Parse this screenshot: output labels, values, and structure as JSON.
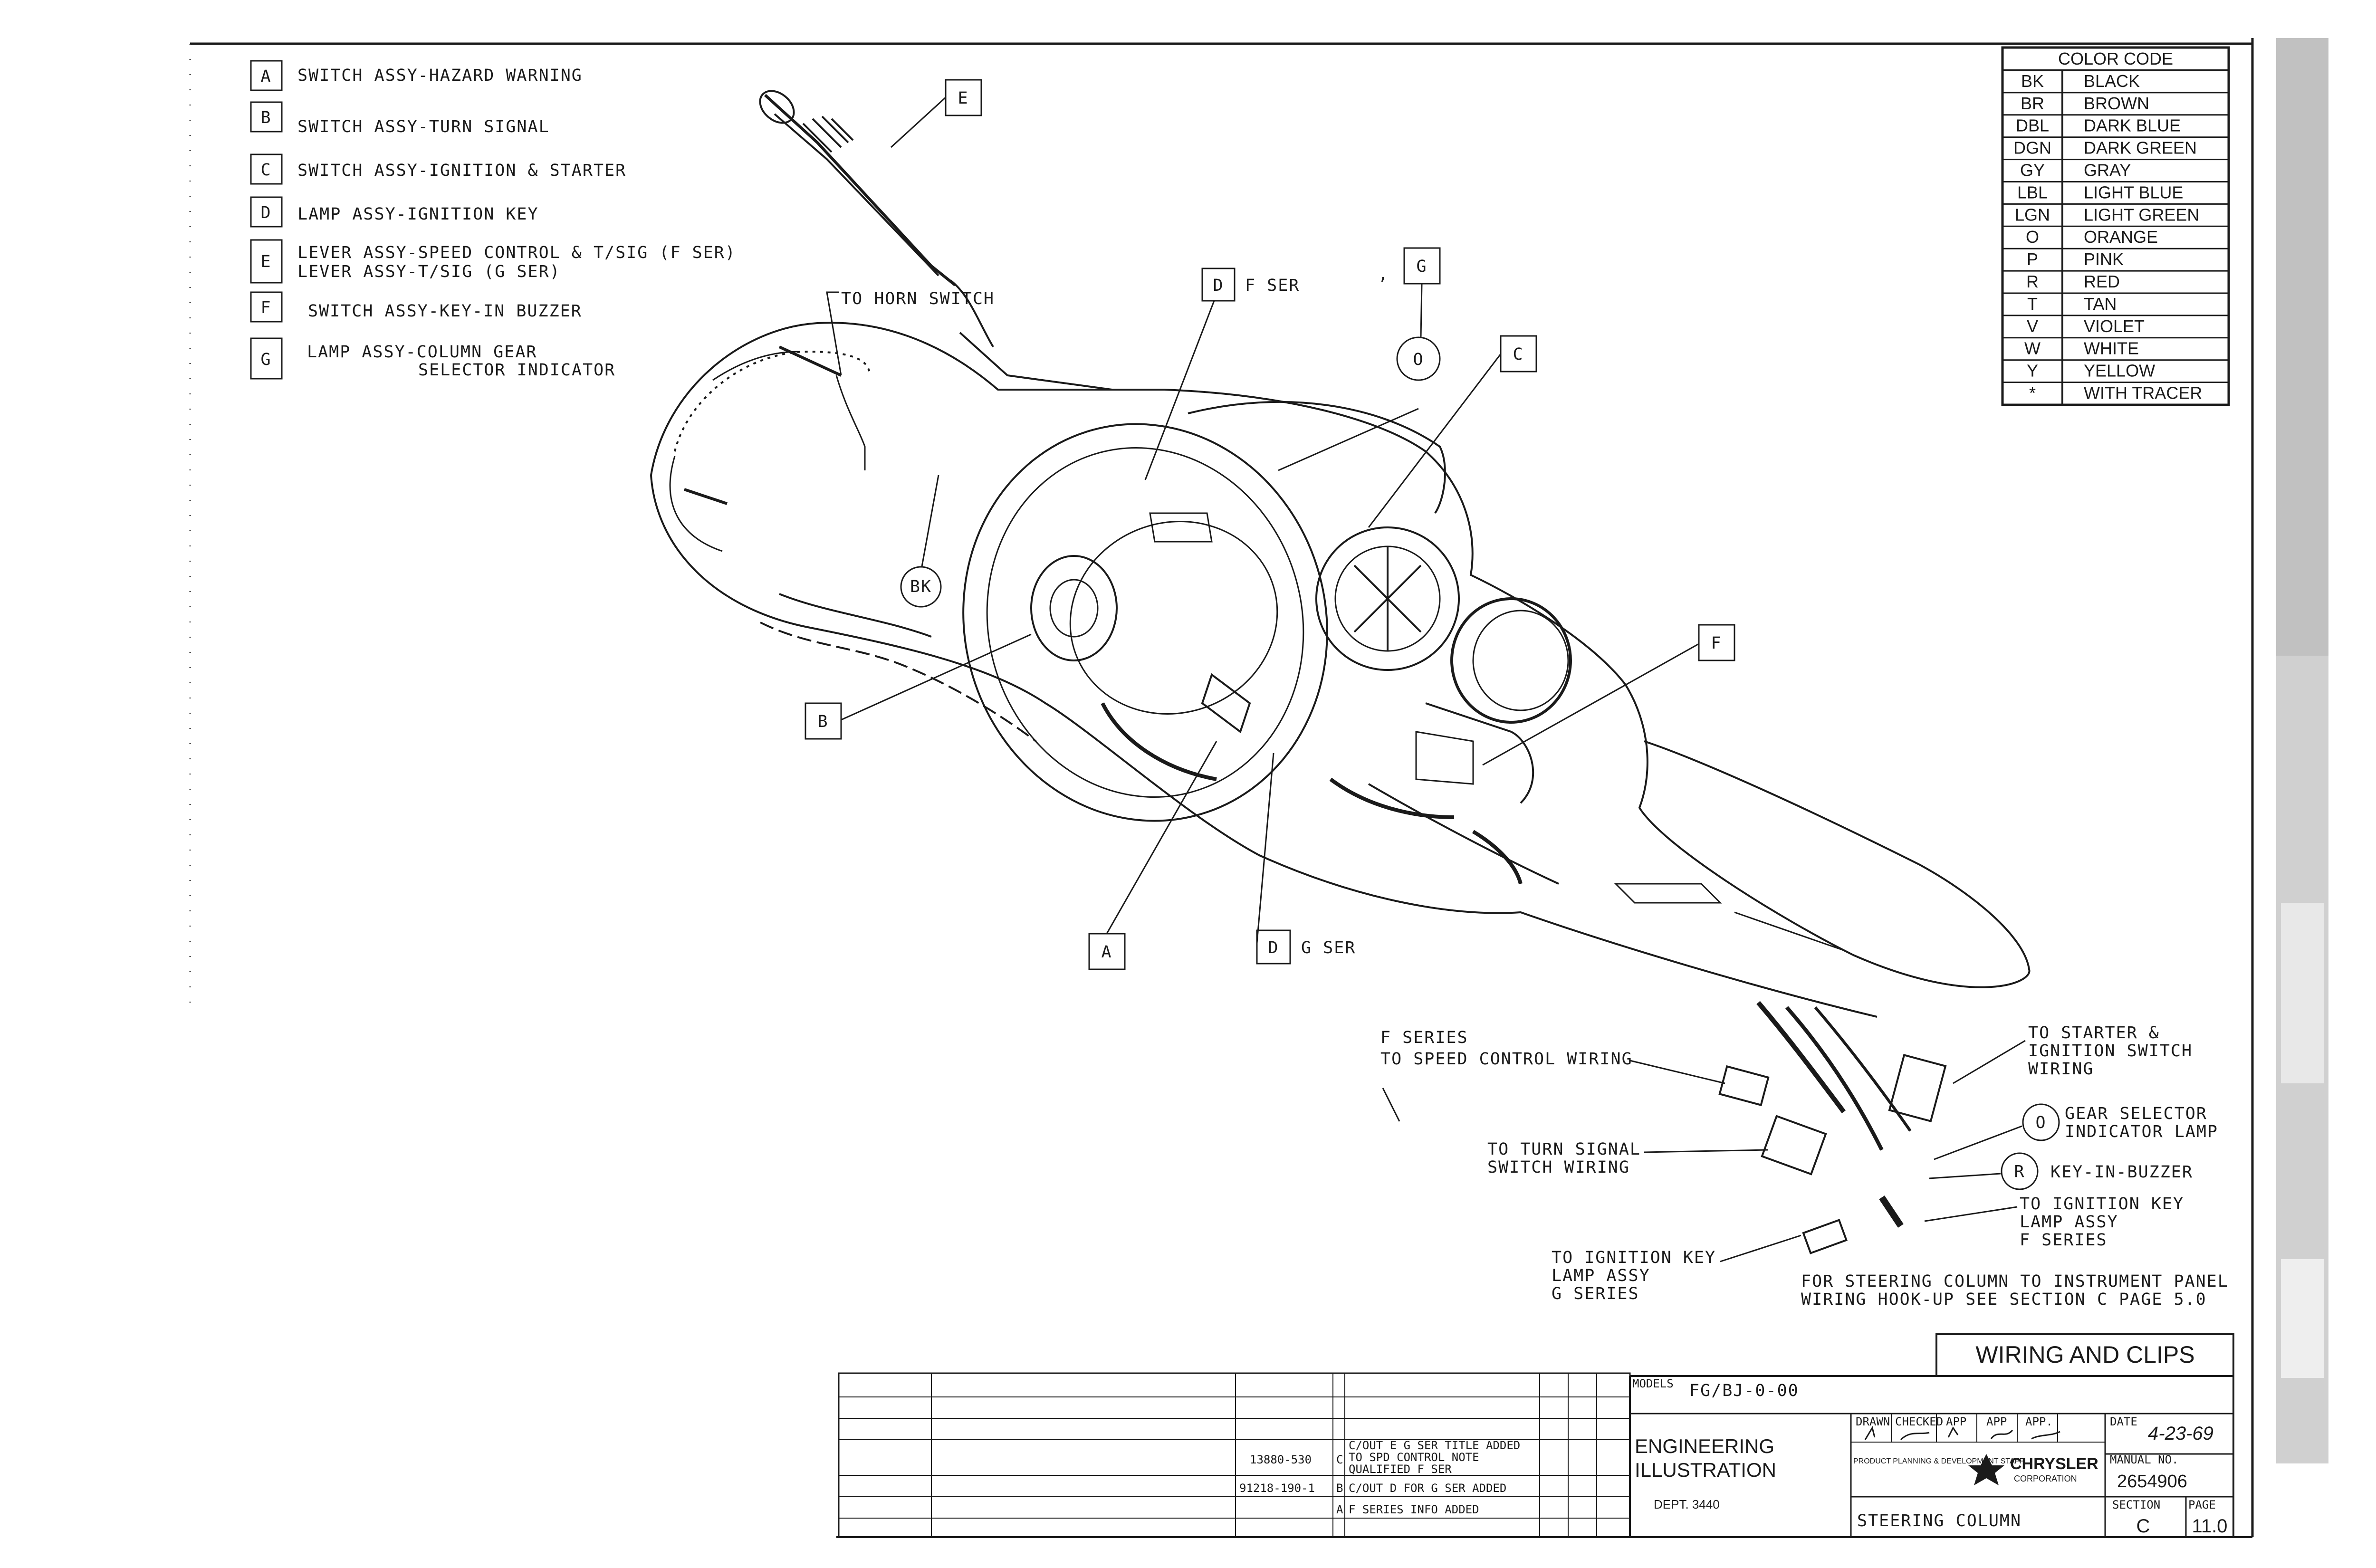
{
  "legend": {
    "items": [
      {
        "letter": "A",
        "text": "SWITCH ASSY-HAZARD WARNING"
      },
      {
        "letter": "B",
        "text": "SWITCH ASSY-TURN SIGNAL"
      },
      {
        "letter": "C",
        "text": "SWITCH ASSY-IGNITION & STARTER"
      },
      {
        "letter": "D",
        "text": "LAMP ASSY-IGNITION KEY"
      },
      {
        "letter": "E",
        "text": "LEVER ASSY-SPEED CONTROL & T/SIG (F SER)",
        "text2": "LEVER ASSY-T/SIG (G SER)"
      },
      {
        "letter": "F",
        "text": "SWITCH ASSY-KEY-IN BUZZER"
      },
      {
        "letter": "G",
        "text": "LAMP ASSY-COLUMN GEAR",
        "text2": "SELECTOR INDICATOR"
      }
    ]
  },
  "color_code": {
    "title": "COLOR CODE",
    "rows": [
      {
        "code": "BK",
        "name": "BLACK"
      },
      {
        "code": "BR",
        "name": "BROWN"
      },
      {
        "code": "DBL",
        "name": "DARK BLUE"
      },
      {
        "code": "DGN",
        "name": "DARK GREEN"
      },
      {
        "code": "GY",
        "name": "GRAY"
      },
      {
        "code": "LBL",
        "name": "LIGHT BLUE"
      },
      {
        "code": "LGN",
        "name": "LIGHT GREEN"
      },
      {
        "code": "O",
        "name": "ORANGE"
      },
      {
        "code": "P",
        "name": "PINK"
      },
      {
        "code": "R",
        "name": "RED"
      },
      {
        "code": "T",
        "name": "TAN"
      },
      {
        "code": "V",
        "name": "VIOLET"
      },
      {
        "code": "W",
        "name": "WHITE"
      },
      {
        "code": "Y",
        "name": "YELLOW"
      },
      {
        "code": "*",
        "name": "WITH TRACER"
      }
    ]
  },
  "callouts": {
    "E": "E",
    "D_top": "D",
    "D_top_note": "F SER",
    "G": "G",
    "G_mark": ",",
    "C": "C",
    "F": "F",
    "B": "B",
    "A": "A",
    "D_bottom": "D",
    "D_bottom_note": "G SER",
    "O_wire": "O",
    "BK_wire": "BK",
    "horn": "TO HORN SWITCH"
  },
  "wiring_notes": {
    "f_series": "F SERIES",
    "speed_control": "TO SPEED CONTROL WIRING",
    "turn_signal_1": "TO TURN SIGNAL",
    "turn_signal_2": "SWITCH WIRING",
    "starter_1": "TO STARTER &",
    "starter_2": "IGNITION SWITCH",
    "starter_3": "WIRING",
    "o_circle": "O",
    "gear_1": "GEAR SELECTOR",
    "gear_2": "INDICATOR LAMP",
    "r_circle": "R",
    "buzzer": "KEY-IN-BUZZER",
    "ign_f_1": "TO IGNITION KEY",
    "ign_f_2": "LAMP ASSY",
    "ign_f_3": "F SERIES",
    "ign_g_1": "TO IGNITION KEY",
    "ign_g_2": "LAMP ASSY",
    "ign_g_3": "G SERIES",
    "panel_1": "FOR STEERING COLUMN TO INSTRUMENT PANEL",
    "panel_2": "WIRING HOOK-UP SEE SECTION C PAGE 5.0"
  },
  "title_block": {
    "title": "WIRING AND CLIPS",
    "models_label": "MODELS",
    "models": "FG/BJ-0-00",
    "dept_1": "ENGINEERING",
    "dept_2": "ILLUSTRATION",
    "dept_no": "DEPT. 3440",
    "drawn_label": "DRAWN",
    "checked_label": "CHECKED",
    "app_label_1": "APP",
    "app_label_2": "APP",
    "app_label_3": "APP.",
    "date_label": "DATE",
    "date": "4-23-69",
    "manual_label": "MANUAL NO.",
    "manual_no": "2654906",
    "staff": "PRODUCT PLANNING & DEVELOPMENT STAFF",
    "brand_1": "CHRYSLER",
    "brand_2": "CORPORATION",
    "subject": "STEERING COLUMN",
    "section_label": "SECTION",
    "section": "C",
    "page_label": "PAGE",
    "page": "11.0"
  },
  "revisions": [
    {
      "ref": "13880-530",
      "letter": "C",
      "text_1": "C/OUT E G SER TITLE ADDED",
      "text_2": "TO SPD CONTROL NOTE",
      "text_3": "QUALIFIED F SER"
    },
    {
      "ref": "91218-190-1",
      "letter": "B",
      "text_1": "C/OUT D FOR G SER ADDED"
    },
    {
      "ref": "",
      "letter": "A",
      "text_1": "F SERIES INFO ADDED"
    }
  ]
}
